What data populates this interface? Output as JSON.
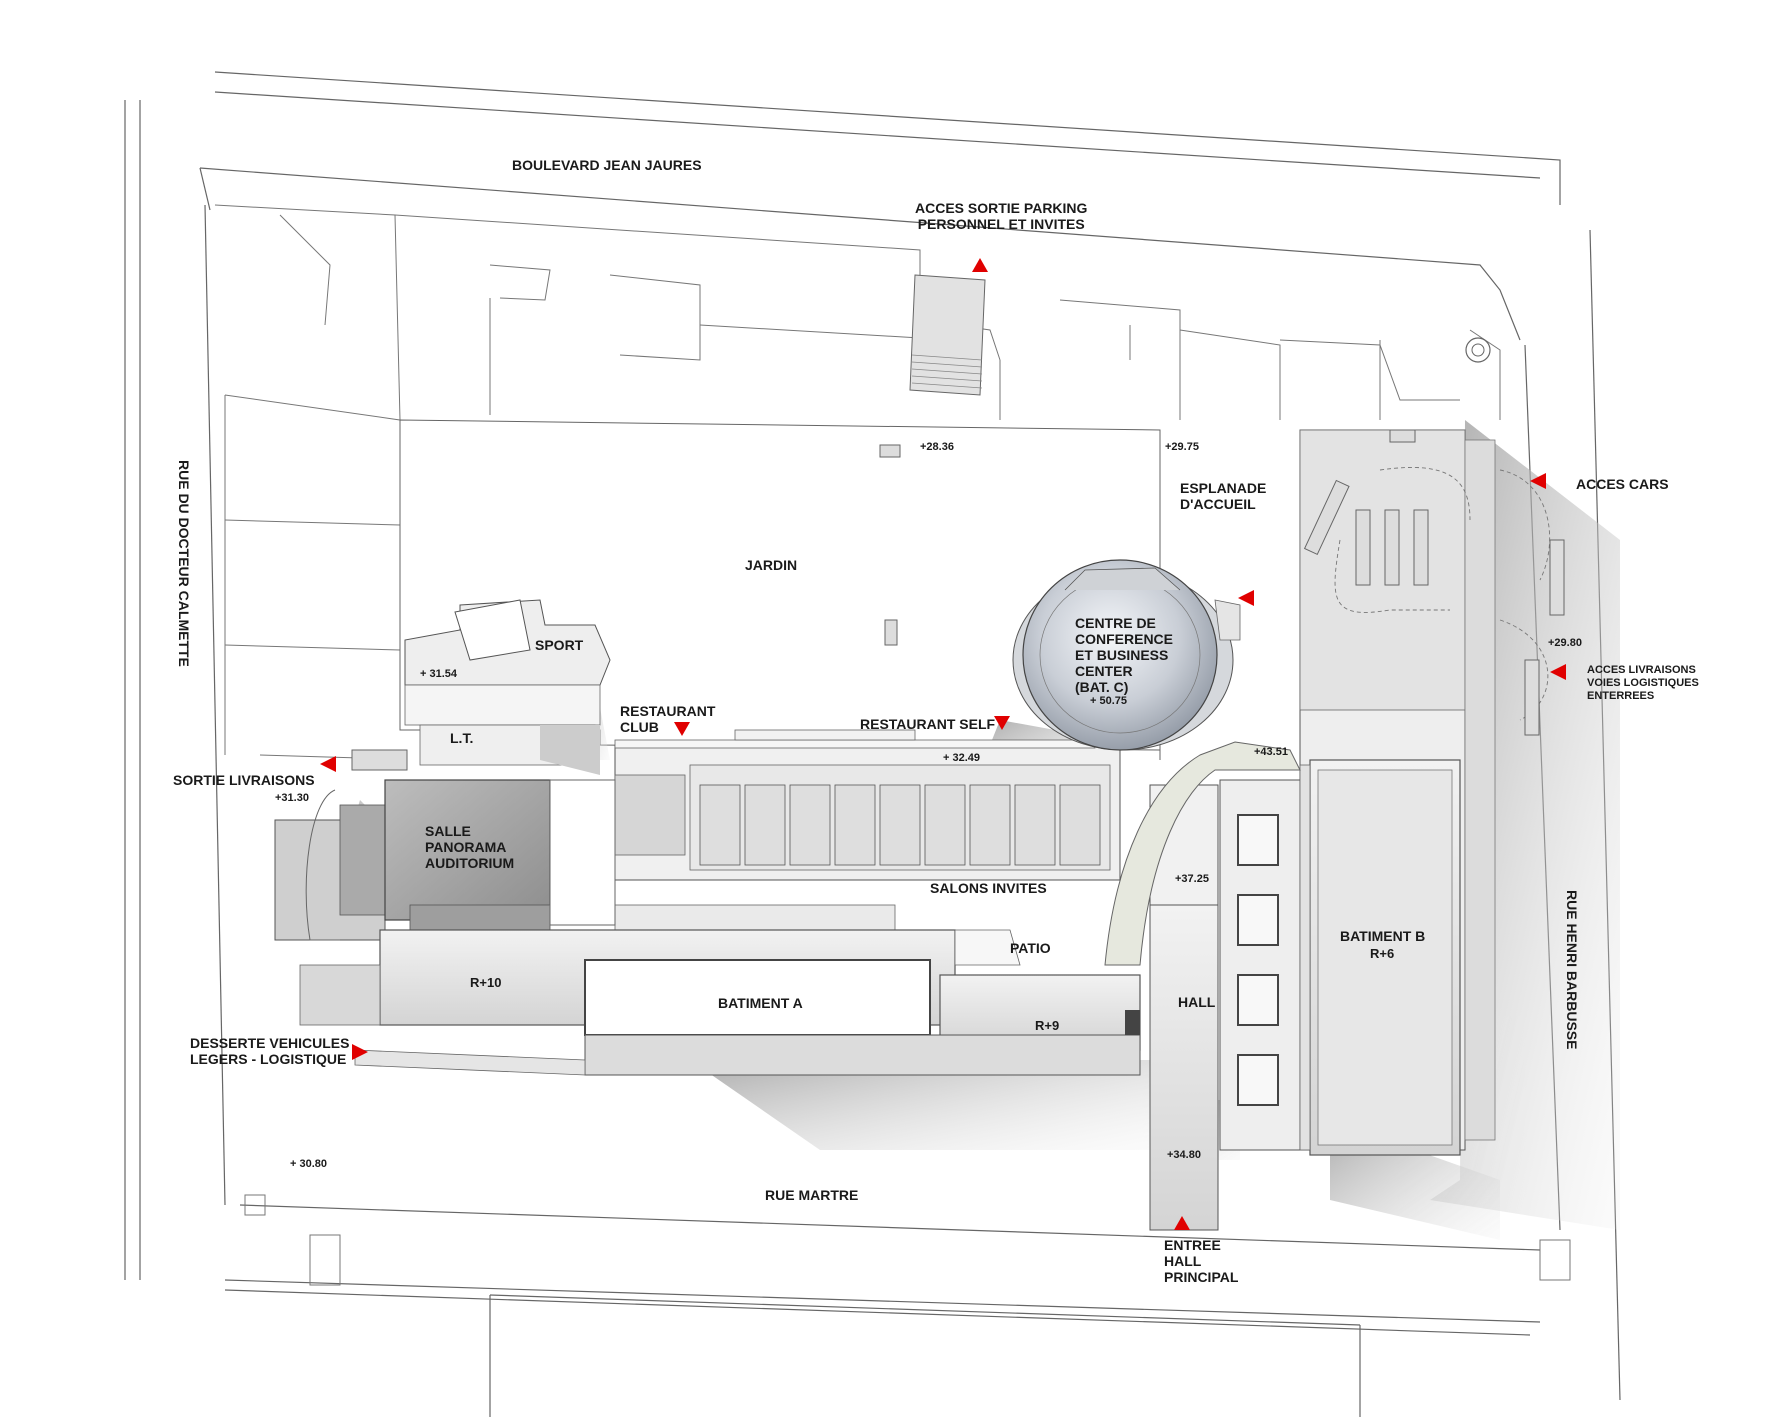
{
  "streets": {
    "north": "BOULEVARD JEAN JAURES",
    "west": "RUE DU DOCTEUR CALMETTE",
    "east": "RUE HENRI BARBUSSE",
    "south": "RUE MARTRE"
  },
  "access": {
    "parking": [
      "ACCES SORTIE PARKING",
      "PERSONNEL ET INVITES"
    ],
    "cars": "ACCES CARS",
    "livraisons": [
      "ACCES LIVRAISONS",
      "VOIES LOGISTIQUES",
      "ENTERREES"
    ],
    "sortie_livraisons": "SORTIE LIVRAISONS",
    "desserte": [
      "DESSERTE VEHICULES",
      "LEGERS - LOGISTIQUE"
    ],
    "entree": [
      "ENTREE",
      "HALL",
      "PRINCIPAL"
    ]
  },
  "zones": {
    "jardin": "JARDIN",
    "esplanade": [
      "ESPLANADE",
      "D'ACCUEIL"
    ],
    "sport": "SPORT",
    "lt": "L.T.",
    "restaurant_club": [
      "RESTAURANT",
      "CLUB"
    ],
    "restaurant_self": "RESTAURANT SELF",
    "salle": [
      "SALLE",
      "PANORAMA",
      "AUDITORIUM"
    ],
    "salons": "SALONS INVITES",
    "patio": "PATIO",
    "hall": "HALL",
    "conference": [
      "CENTRE DE",
      "CONFERENCE",
      "ET BUSINESS",
      "CENTER",
      "(BAT. C)"
    ],
    "batiment_a": "BATIMENT A",
    "batiment_b": "BATIMENT B",
    "r10": "R+10",
    "r9": "R+9",
    "r6": "R+6"
  },
  "levels": {
    "l2836": "+28.36",
    "l2975": "+29.75",
    "l2980": "+29.80",
    "l3154": "+ 31.54",
    "l3130": "+31.30",
    "l3249": "+ 32.49",
    "l4351": "+43.51",
    "l3725": "+37.25",
    "l3480": "+34.80",
    "l3080": "+ 30.80",
    "l5075": "+ 50.75"
  },
  "colors": {
    "access_arrow": "#e00000",
    "line": "#555555",
    "building_fill": "#e6e6e6",
    "shadow": "#b8b8b8"
  }
}
